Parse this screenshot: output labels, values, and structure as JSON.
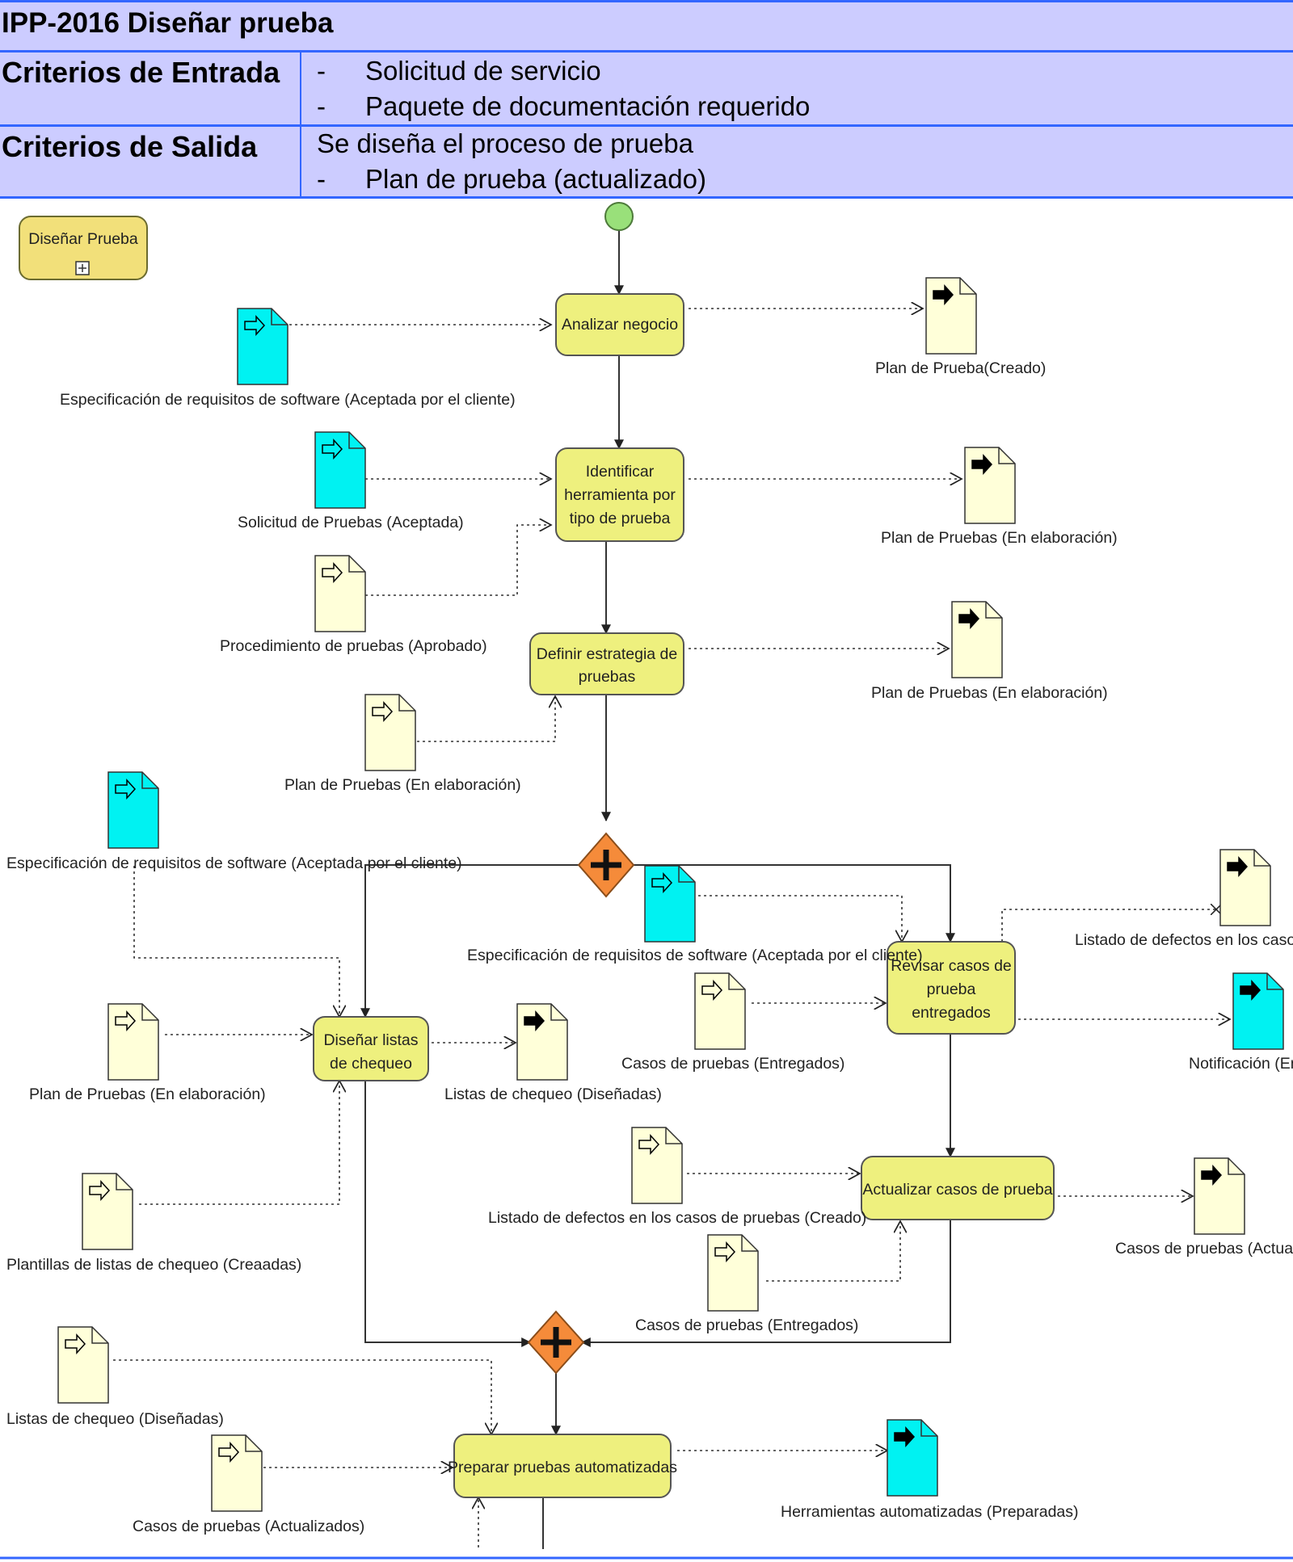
{
  "header": {
    "title": "IPP-2016 Diseñar prueba",
    "entry_label": "Criterios de Entrada",
    "entry_items": [
      "Solicitud de servicio",
      "Paquete de documentación requerido"
    ],
    "exit_label": "Criterios de Salida",
    "exit_text": "Se diseña el proceso de prueba",
    "exit_items": [
      "Plan de prueba (actualizado)"
    ],
    "bullet": "-"
  },
  "diagram": {
    "subprocess": "Diseñar Prueba",
    "tasks": {
      "analizar": "Analizar negocio",
      "identificar": [
        "Identificar",
        "herramienta por",
        "tipo de prueba"
      ],
      "definir": [
        "Definir estrategia de",
        "pruebas"
      ],
      "disenar_listas": [
        "Diseñar listas",
        "de chequeo"
      ],
      "revisar": [
        "Revisar casos de",
        "prueba",
        "entregados"
      ],
      "actualizar": "Actualizar casos de prueba",
      "preparar": "Preparar pruebas automatizadas"
    },
    "artifacts": {
      "a1": "Especificación de requisitos de software (Aceptada por el cliente)",
      "a2": "Plan de Prueba(Creado)",
      "a3": "Solicitud de Pruebas (Aceptada)",
      "a4": "Plan de Pruebas  (En elaboración)",
      "a5": "Procedimiento de pruebas (Aprobado)",
      "a6": "Plan de Pruebas (En elaboración)",
      "a7": "Plan de Pruebas (En elaboración)",
      "a8": "Especificación de requisitos de software (Aceptada por el cliente)",
      "a9": "Especificación de requisitos de software (Aceptada por el cliente)",
      "a10": "Listado de defectos en los casos de",
      "a11": "Plan de Pruebas (En elaboración)",
      "a12": "Listas de chequeo (Diseñadas)",
      "a13": "Casos de pruebas (Entregados)",
      "a14": "Notificación (Env",
      "a15": "Listado de defectos en los casos de pruebas (Creado)",
      "a16": "Casos de pruebas (Actualiza",
      "a17": "Plantillas de listas de chequeo (Creaadas)",
      "a18": "Casos de pruebas (Entregados)",
      "a19": "Listas de chequeo (Diseñadas)",
      "a20": "Casos de pruebas (Actualizados)",
      "a21": "Herramientas automatizadas (Preparadas)"
    },
    "colors": {
      "task_fill": "#eef07e",
      "subprocess_fill": "#f2e07a",
      "doc_cream": "#ffffd9",
      "doc_cyan": "#00f2f2",
      "gateway": "#f58b3a",
      "start": "#99e07a"
    }
  }
}
